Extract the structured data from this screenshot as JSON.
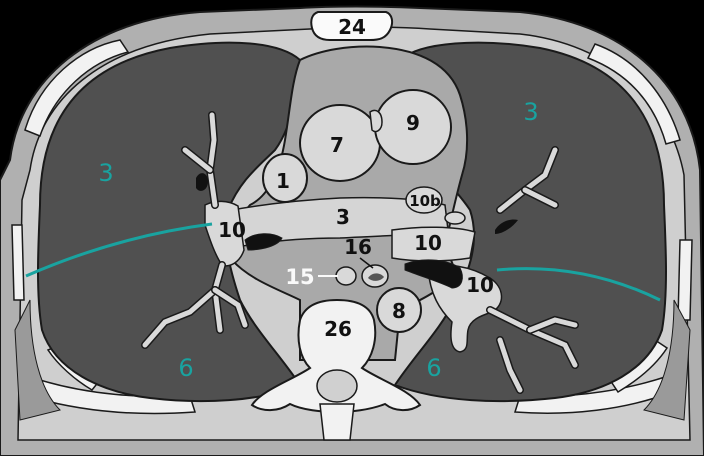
{
  "colors": {
    "background": "#000000",
    "lung": "#505050",
    "soft_tissue": "#a6a6a6",
    "mediastinum": "#b9b9b9",
    "vessel": "#d9d9d9",
    "bone": "#f2f2f2",
    "outline": "#1a1a1a",
    "teal_line": "#19a3a0",
    "teal_label": "#19a3a0",
    "air": "#111111"
  },
  "labels": {
    "sternum": "24",
    "left_upper_lobe": "3",
    "right_upper_lobe": "3",
    "pulmonary_trunk_area": "3",
    "ascending_aorta": "7",
    "svc": "9",
    "la_appendage": "1",
    "left_pa_branch": "10",
    "right_pa": "10",
    "right_pa_lower": "10",
    "right_pa_small": "10b",
    "bronchus": "16",
    "esophagus": "15",
    "descending_aorta": "8",
    "vertebra": "26",
    "left_lower_lobe": "6",
    "right_lower_lobe": "6"
  }
}
